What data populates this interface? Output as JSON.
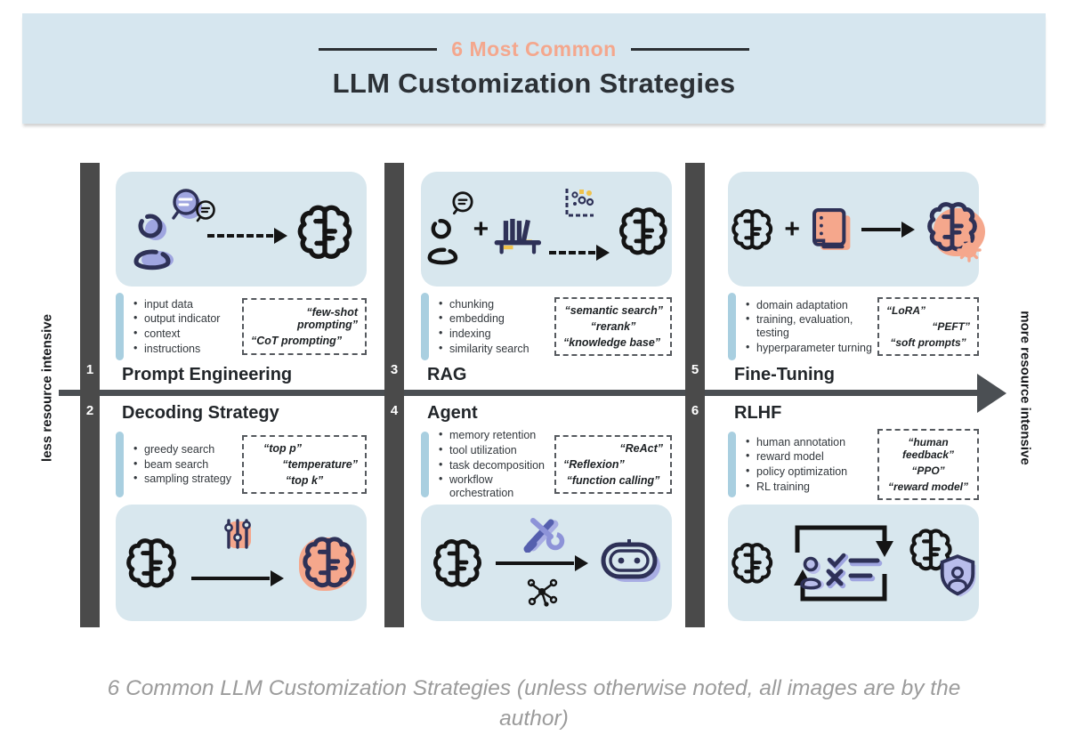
{
  "header": {
    "eyebrow": "6 Most Common",
    "title": "LLM Customization Strategies"
  },
  "axis": {
    "left_label": "less resource intensive",
    "right_label": "more resource intensive"
  },
  "glyphs": {
    "plus": "+"
  },
  "sections": [
    {
      "number": "1",
      "title": "Prompt Engineering",
      "position": "top-left",
      "bullets": [
        "input data",
        "output indicator",
        "context",
        "instructions"
      ],
      "keywords": [
        "“few-shot prompting”",
        "“CoT prompting”"
      ],
      "icons": [
        "user",
        "speech-bubble",
        "speech-bubble-filled",
        "dashed-arrow",
        "brain"
      ]
    },
    {
      "number": "2",
      "title": "Decoding Strategy",
      "position": "bottom-left",
      "bullets": [
        "greedy search",
        "beam search",
        "sampling strategy"
      ],
      "keywords": [
        "“top p”",
        "“temperature”",
        "“top k”"
      ],
      "icons": [
        "brain",
        "sliders",
        "arrow",
        "brain-highlighted"
      ]
    },
    {
      "number": "3",
      "title": "RAG",
      "position": "top-middle",
      "bullets": [
        "chunking",
        "embedding",
        "indexing",
        "similarity search"
      ],
      "keywords": [
        "“semantic search”",
        "“rerank”",
        "“knowledge base”"
      ],
      "icons": [
        "user",
        "speech-bubble",
        "plus",
        "bookshelf",
        "scatter-chart",
        "dashed-arrow",
        "brain"
      ]
    },
    {
      "number": "4",
      "title": "Agent",
      "position": "bottom-middle",
      "bullets": [
        "memory retention",
        "tool utilization",
        "task decomposition",
        "workflow orchestration"
      ],
      "keywords": [
        "“ReAct”",
        "“Reflexion”",
        "“function calling”"
      ],
      "icons": [
        "brain",
        "tools",
        "network",
        "arrow",
        "robot"
      ]
    },
    {
      "number": "5",
      "title": "Fine-Tuning",
      "position": "top-right",
      "bullets": [
        "domain adaptation",
        "training, evaluation, testing",
        "hyperparameter turning"
      ],
      "keywords": [
        "“LoRA”",
        "“PEFT”",
        "“soft prompts”"
      ],
      "icons": [
        "brain",
        "plus",
        "notebook",
        "arrow",
        "brain-gear"
      ]
    },
    {
      "number": "6",
      "title": "RLHF",
      "position": "bottom-right",
      "bullets": [
        "human annotation",
        "reward model",
        "policy optimization",
        "RL training"
      ],
      "keywords": [
        "“human feedback”",
        "“PPO”",
        "“reward model”"
      ],
      "icons": [
        "brain",
        "cycle-arrows",
        "user",
        "checklist",
        "brain",
        "shield-user"
      ]
    }
  ],
  "caption": "6 Common LLM Customization Strategies (unless otherwise noted, all images are by the author)",
  "colors": {
    "header_bg": "#d6e6ef",
    "card_bg": "#d8e7ee",
    "accent_bar": "#a9cfe0",
    "salmon": "#f4a78d",
    "navy": "#2e3157",
    "purple": "#9fa5e0",
    "bar_gray": "#4a4a4a",
    "axis_gray": "#4b4f53",
    "caption_gray": "#9b9b9b"
  }
}
